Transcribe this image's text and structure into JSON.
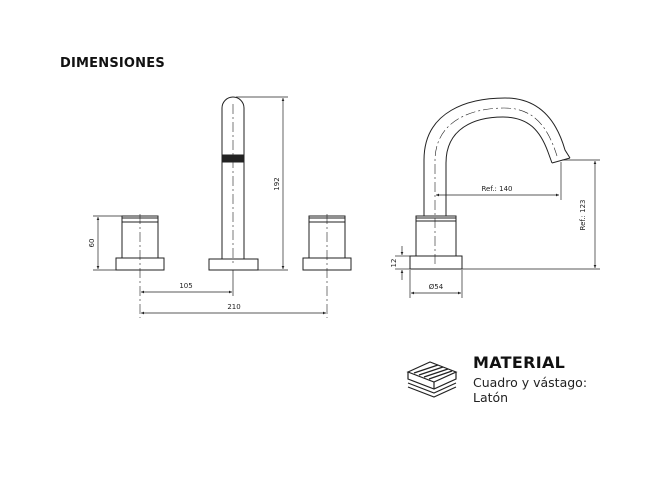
{
  "header": {
    "title": "DIMENSIONES"
  },
  "dimensions": {
    "handle_height": "60",
    "spout_height": "192",
    "handle_to_spout": "105",
    "total_width": "210",
    "reach": "Ref.: 140",
    "outlet_height": "Ref.: 123",
    "base_height": "12",
    "base_diameter": "Ø54"
  },
  "material": {
    "title": "MATERIAL",
    "line1": "Cuadro y vástago:",
    "line2": "Latón",
    "icon": "layered-material-icon"
  }
}
